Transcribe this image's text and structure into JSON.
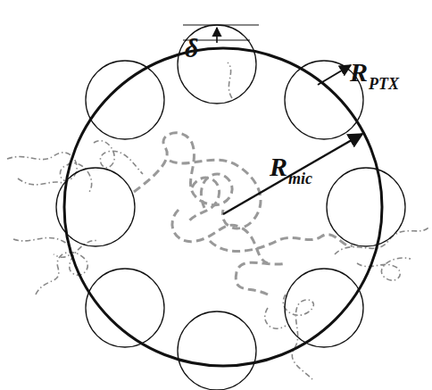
{
  "diagram": {
    "labels": [
      "δ",
      "R",
      "PTX",
      "R",
      "mic"
    ]
  }
}
